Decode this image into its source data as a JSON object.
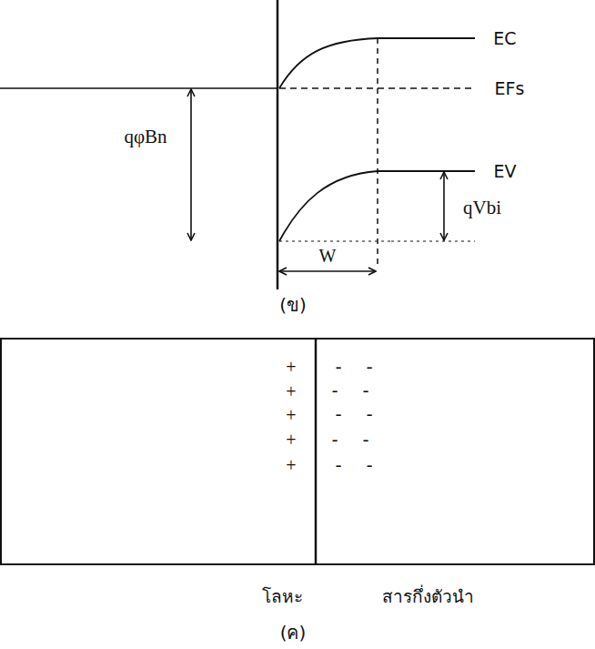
{
  "diagram": {
    "nodes": [
      {
        "text": [
          "โลหะ"
        ]
      },
      {
        "text": [
          "สารกึ่งตัวนำ"
        ]
      }
    ],
    "labels": [
      "EC",
      "EFs",
      "EV",
      "qφBn",
      "qVbi",
      "W",
      "(ข)",
      "+",
      "+",
      "+",
      "+",
      "+",
      "-",
      "-",
      "-",
      "-",
      "-",
      "-",
      "-",
      "-",
      "-",
      "-",
      "(ค)"
    ]
  }
}
